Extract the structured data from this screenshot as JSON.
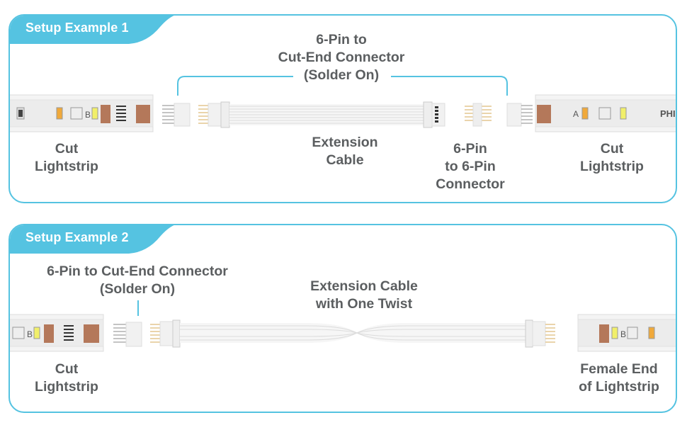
{
  "colors": {
    "accent": "#55c3e1",
    "label_text": "#5b5e60",
    "tab_text": "#ffffff",
    "pin_gold": "#e3c58f",
    "copper_pad": "#b4785a",
    "led_amber": "#f0a93a",
    "led_yellow": "#f1ef6a"
  },
  "setup1": {
    "title": "Setup Example 1",
    "callout": [
      "6-Pin to",
      "Cut-End Connector",
      "(Solder On)"
    ],
    "labels": {
      "left_strip": [
        "Cut",
        "Lightstrip"
      ],
      "extension": [
        "Extension",
        "Cable"
      ],
      "connector": [
        "6-Pin",
        "to 6-Pin",
        "Connector"
      ],
      "right_strip": [
        "Cut",
        "Lightstrip"
      ]
    },
    "strip_marks": {
      "left_letter": "B",
      "right_letter": "A",
      "brand": "PHI"
    }
  },
  "setup2": {
    "title": "Setup Example 2",
    "callout": [
      "6-Pin to Cut-End Connector",
      "(Solder On)"
    ],
    "labels": {
      "extension": [
        "Extension Cable",
        "with One Twist"
      ],
      "left_strip": [
        "Cut",
        "Lightstrip"
      ],
      "right_strip": [
        "Female End",
        "of Lightstrip"
      ]
    },
    "strip_marks": {
      "left_letter": "B",
      "right_letter": "B"
    }
  }
}
